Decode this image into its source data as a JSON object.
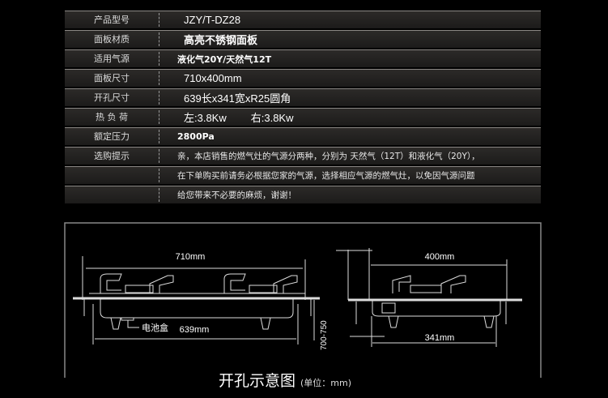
{
  "spec_table": [
    {
      "label": "产品型号",
      "value": "JZY/T-DZ28"
    },
    {
      "label": "面板材质",
      "value": "高亮不锈钢面板"
    },
    {
      "label": "适用气源",
      "value": "液化气20Y/天然气12T"
    },
    {
      "label": "面板尺寸",
      "value": "710x400mm"
    },
    {
      "label": "开孔尺寸",
      "value": "639长x341宽xR25圆角"
    },
    {
      "label": "热 负 荷",
      "value_left": "左:3.8Kw",
      "value_right": "右:3.8Kw"
    },
    {
      "label": "额定压力",
      "value": "2800Pa"
    },
    {
      "label": "选购提示",
      "value": "亲，本店销售的燃气灶的气源分两种，分别为 天然气（12T）和液化气（20Y），"
    },
    {
      "label": "",
      "value": "在下单购买前请务必根据您家的气源，选择相应气源的燃气灶，以免因气源问题"
    },
    {
      "label": "",
      "value": "给您带来不必要的麻烦，谢谢！"
    }
  ],
  "diagram": {
    "front_width": "710mm",
    "cutout_length": "639mm",
    "battery_box": "电池盒",
    "height_range": "700-750",
    "side_depth": "400mm",
    "cutout_width": "341mm"
  },
  "caption": {
    "title": "开孔示意图",
    "unit": "(单位：mm)"
  }
}
